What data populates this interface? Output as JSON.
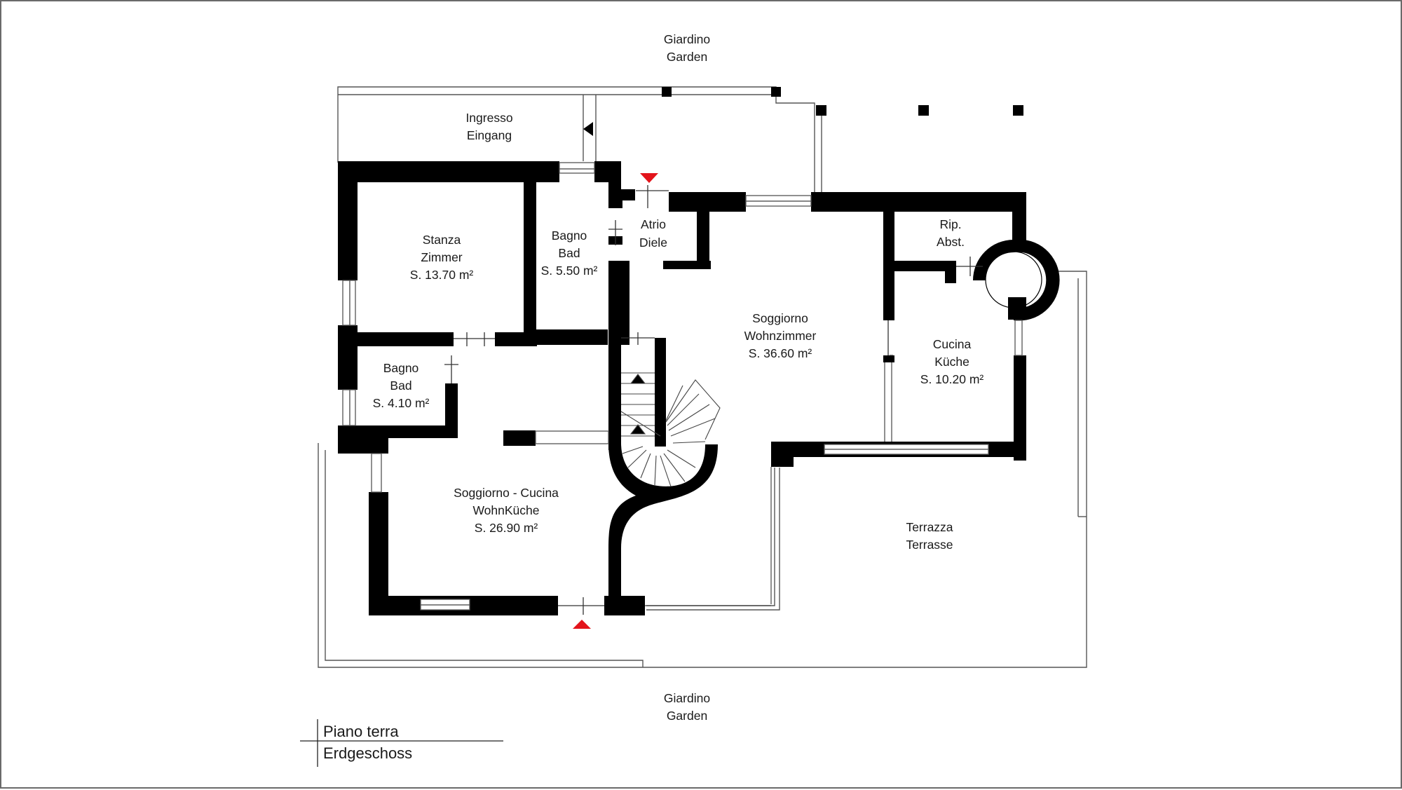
{
  "outside": {
    "garden_top": [
      "Giardino",
      "Garden"
    ],
    "garden_bottom": [
      "Giardino",
      "Garden"
    ]
  },
  "rooms": {
    "ingresso": [
      "Ingresso",
      "Eingang"
    ],
    "stanza": [
      "Stanza",
      "Zimmer",
      "S. 13.70 m²"
    ],
    "bagno1": [
      "Bagno",
      "Bad",
      "S. 5.50 m²"
    ],
    "atrio": [
      "Atrio",
      "Diele"
    ],
    "rip": [
      "Rip.",
      "Abst."
    ],
    "soggiorno": [
      "Soggiorno",
      "Wohnzimmer",
      "S. 36.60 m²"
    ],
    "cucina": [
      "Cucina",
      "Küche",
      "S. 10.20 m²"
    ],
    "bagno2": [
      "Bagno",
      "Bad",
      "S. 4.10 m²"
    ],
    "wohnkueche": [
      "Soggiorno - Cucina",
      "WohnKüche",
      "S. 26.90 m²"
    ],
    "terrazza": [
      "Terrazza",
      "Terrasse"
    ]
  },
  "legend": {
    "floor_it": "Piano terra",
    "floor_de": "Erdgeschoss"
  },
  "colors": {
    "wall": "#000000",
    "entrance_arrow": "#e3141b",
    "frame": "#6a6a6a"
  }
}
